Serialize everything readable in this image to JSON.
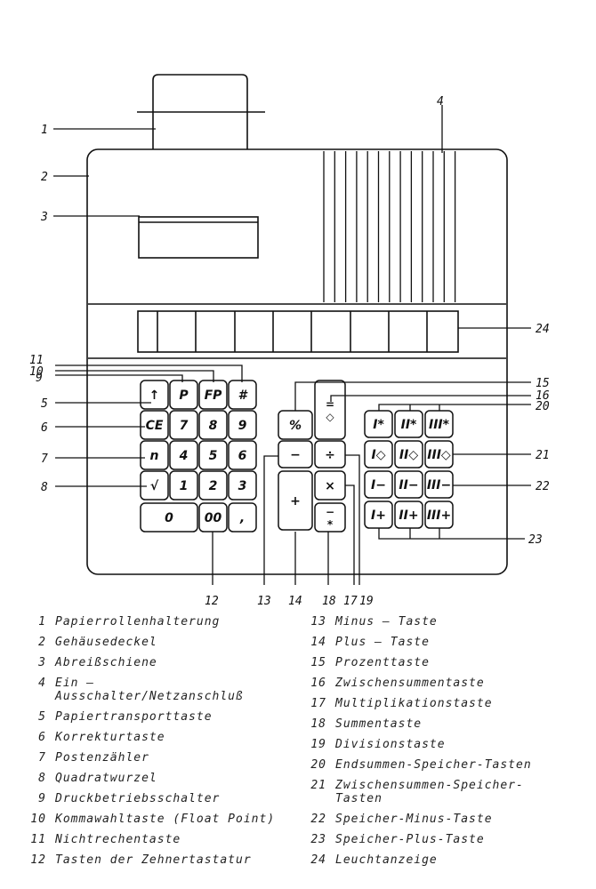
{
  "callouts": [
    {
      "id": "1",
      "text": "1"
    },
    {
      "id": "2",
      "text": "2"
    },
    {
      "id": "3",
      "text": "3"
    },
    {
      "id": "4",
      "text": "4"
    },
    {
      "id": "5",
      "text": "5"
    },
    {
      "id": "6",
      "text": "6"
    },
    {
      "id": "7",
      "text": "7"
    },
    {
      "id": "8",
      "text": "8"
    },
    {
      "id": "9",
      "text": "9"
    },
    {
      "id": "10",
      "text": "10"
    },
    {
      "id": "11",
      "text": "11"
    },
    {
      "id": "12",
      "text": "12"
    },
    {
      "id": "13",
      "text": "13"
    },
    {
      "id": "14",
      "text": "14"
    },
    {
      "id": "15",
      "text": "15"
    },
    {
      "id": "16",
      "text": "16"
    },
    {
      "id": "17",
      "text": "17"
    },
    {
      "id": "18",
      "text": "18"
    },
    {
      "id": "19",
      "text": "19"
    },
    {
      "id": "20",
      "text": "20"
    },
    {
      "id": "21",
      "text": "21"
    },
    {
      "id": "22",
      "text": "22"
    },
    {
      "id": "23",
      "text": "23"
    },
    {
      "id": "24",
      "text": "24"
    }
  ],
  "keys": {
    "left": [
      "↑",
      "P",
      "FP",
      "#",
      "CE",
      "7",
      "8",
      "9",
      "n",
      "4",
      "5",
      "6",
      "√",
      "1",
      "2",
      "3",
      "0",
      "00",
      ","
    ],
    "middle": [
      "%",
      "=\n◇",
      "−",
      "÷",
      "+",
      "×",
      "−\n*"
    ],
    "memory": [
      "I*",
      "II*",
      "III*",
      "I◇",
      "II◇",
      "III◇",
      "I−",
      "II−",
      "III−",
      "I+",
      "II+",
      "III+"
    ]
  },
  "legend_left": [
    {
      "num": "1",
      "text": "Papierrollenhalterung"
    },
    {
      "num": "2",
      "text": "Gehäusedeckel"
    },
    {
      "num": "3",
      "text": "Abreißschiene"
    },
    {
      "num": "4",
      "text": "Ein – Ausschalter/Netzanschluß"
    },
    {
      "num": "5",
      "text": "Papiertransporttaste"
    },
    {
      "num": "6",
      "text": "Korrekturtaste"
    },
    {
      "num": "7",
      "text": "Postenzähler"
    },
    {
      "num": "8",
      "text": "Quadratwurzel"
    },
    {
      "num": "9",
      "text": "Druckbetriebsschalter"
    },
    {
      "num": "10",
      "text": "Kommawahltaste (Float Point)"
    },
    {
      "num": "11",
      "text": "Nichtrechentaste"
    },
    {
      "num": "12",
      "text": "Tasten der Zehnertastatur"
    }
  ],
  "legend_right": [
    {
      "num": "13",
      "text": "Minus – Taste"
    },
    {
      "num": "14",
      "text": "Plus – Taste"
    },
    {
      "num": "15",
      "text": "Prozenttaste"
    },
    {
      "num": "16",
      "text": "Zwischensummentaste"
    },
    {
      "num": "17",
      "text": "Multiplikationstaste"
    },
    {
      "num": "18",
      "text": "Summentaste"
    },
    {
      "num": "19",
      "text": "Divisionstaste"
    },
    {
      "num": "20",
      "text": "Endsummen-Speicher-Tasten"
    },
    {
      "num": "21",
      "text": "Zwischensummen-Speicher-Tasten"
    },
    {
      "num": "22",
      "text": "Speicher-Minus-Taste"
    },
    {
      "num": "23",
      "text": "Speicher-Plus-Taste"
    },
    {
      "num": "24",
      "text": "Leuchtanzeige"
    }
  ]
}
